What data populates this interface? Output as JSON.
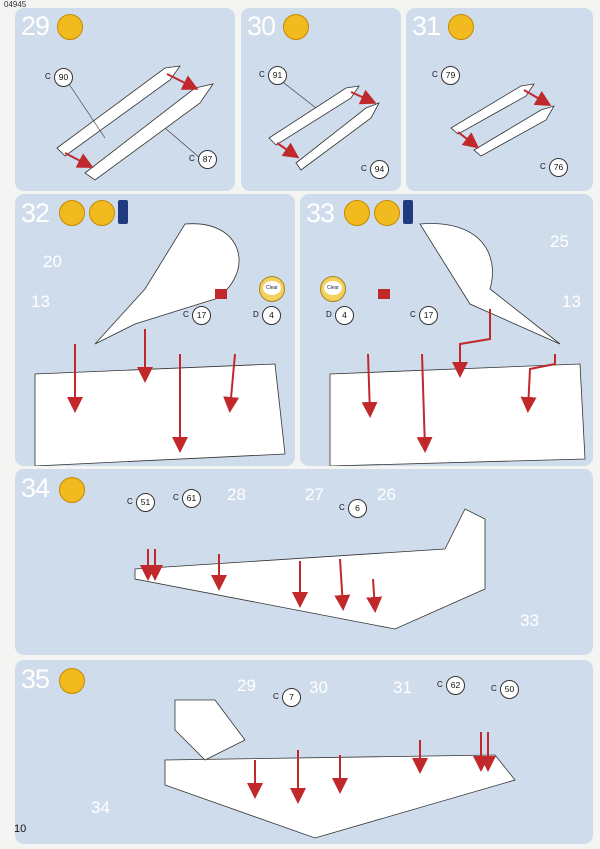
{
  "catalog_code": "04945",
  "page_number": "10",
  "colors": {
    "panel": "#cfdcec",
    "arrow": "#c0282c",
    "glue": "#f1ba1f"
  },
  "steps": [
    {
      "number": "29",
      "callouts": [
        {
          "prefix": "C",
          "part": "90"
        },
        {
          "prefix": "C",
          "part": "87"
        }
      ]
    },
    {
      "number": "30",
      "callouts": [
        {
          "prefix": "C",
          "part": "91"
        },
        {
          "prefix": "C",
          "part": "94"
        }
      ]
    },
    {
      "number": "31",
      "callouts": [
        {
          "prefix": "C",
          "part": "79"
        },
        {
          "prefix": "C",
          "part": "76"
        }
      ]
    },
    {
      "number": "32",
      "parts": [
        "20",
        "13"
      ],
      "callouts": [
        {
          "prefix": "C",
          "part": "17"
        },
        {
          "prefix": "D",
          "part": "4"
        }
      ],
      "clear_label": "Clear"
    },
    {
      "number": "33",
      "parts": [
        "25",
        "13"
      ],
      "callouts": [
        {
          "prefix": "D",
          "part": "4"
        },
        {
          "prefix": "C",
          "part": "17"
        }
      ],
      "clear_label": "Clear"
    },
    {
      "number": "34",
      "parts": [
        "28",
        "27",
        "26",
        "33"
      ],
      "callouts": [
        {
          "prefix": "C",
          "part": "51"
        },
        {
          "prefix": "C",
          "part": "61"
        },
        {
          "prefix": "C",
          "part": "6"
        }
      ]
    },
    {
      "number": "35",
      "parts": [
        "29",
        "30",
        "31",
        "34"
      ],
      "callouts": [
        {
          "prefix": "C",
          "part": "7"
        },
        {
          "prefix": "C",
          "part": "62"
        },
        {
          "prefix": "C",
          "part": "50"
        }
      ]
    }
  ]
}
